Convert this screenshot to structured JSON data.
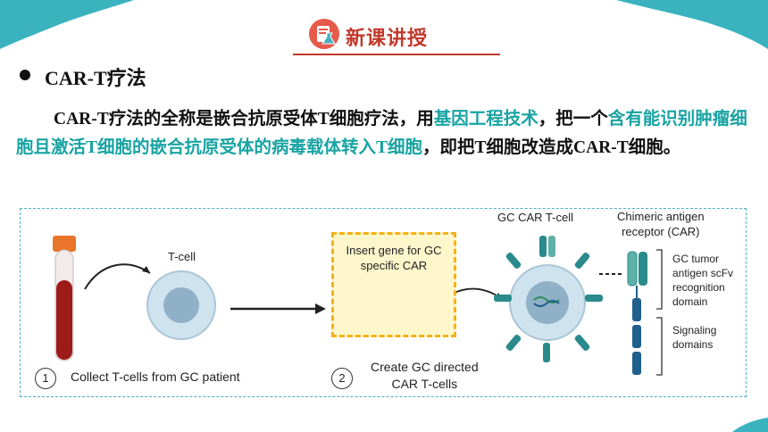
{
  "header": {
    "title": "新课讲授",
    "icon": "flask-book-icon"
  },
  "section": {
    "heading": "CAR-T疗法"
  },
  "paragraph": {
    "part1": "CAR-T疗法的全称是嵌合抗原受体T细胞疗法，用",
    "highlight1": "基因工程技术",
    "part2": "，把一个",
    "highlight2": "含有能识别肿瘤细胞且激活T细胞的嵌合抗原受体的病毒载体转入T细胞",
    "part3": "，即把T细胞改造成CAR-T细胞。"
  },
  "colors": {
    "accent_teal": "#19a3a3",
    "header_red": "#c0392b",
    "corner_teal": "#3ab3bf",
    "figure_border": "#4ab0c4"
  },
  "figure": {
    "tcell_label": "T-cell",
    "insert_box_label_line1": "Insert gene for GC",
    "insert_box_label_line2": "specific CAR",
    "gc_car_t_cell_label": "GC CAR T-cell",
    "car_label_line1": "Chimeric antigen",
    "car_label_line2": "receptor (CAR)",
    "scfv_line1": "GC tumor",
    "scfv_line2": "antigen scFv",
    "scfv_line3": "recognition",
    "scfv_line4": "domain",
    "signal_line1": "Signaling",
    "signal_line2": "domains",
    "step1_number": "1",
    "step1_text": "Collect T-cells from GC patient",
    "step2_number": "2",
    "step2_line1": "Create GC directed",
    "step2_line2": "CAR T-cells"
  }
}
